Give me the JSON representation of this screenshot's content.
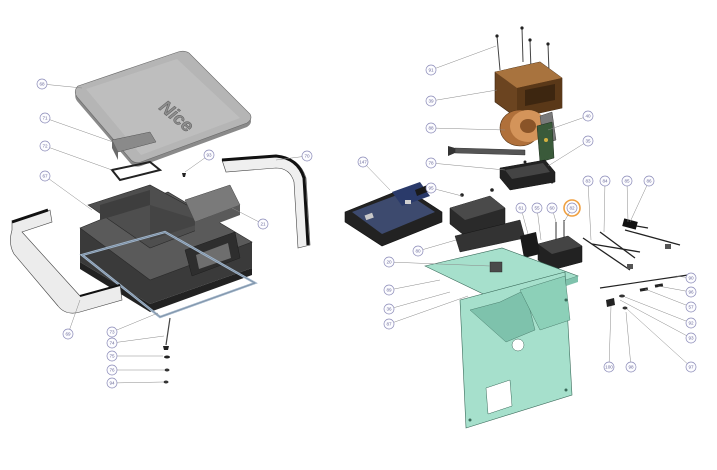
{
  "logo": {
    "text": "Nice"
  },
  "colors": {
    "housing": "#4a4a4a",
    "housing_dark": "#2d2d2d",
    "cover": "#a8a8a8",
    "cover_light": "#c9c9c9",
    "gasket": "#9fb3c8",
    "strip": "#e6e6e6",
    "plate": "#9fdcc8",
    "plate_dark": "#6fb8a2",
    "motor": "#8a5a2e",
    "coil": "#c98a52",
    "board": "#3d4a6e",
    "callout": "#8a8ab8",
    "highlight": "#f0a040"
  },
  "callouts": [
    {
      "id": "c-cover",
      "label": "68"
    },
    {
      "id": "c-71",
      "label": "71"
    },
    {
      "id": "c-72",
      "label": "72"
    },
    {
      "id": "c-67",
      "label": "67"
    },
    {
      "id": "c-93a",
      "label": "93"
    },
    {
      "id": "c-70",
      "label": "70"
    },
    {
      "id": "c-21",
      "label": "21"
    },
    {
      "id": "c-69",
      "label": "69"
    },
    {
      "id": "c-73",
      "label": "73"
    },
    {
      "id": "c-74",
      "label": "74"
    },
    {
      "id": "c-75",
      "label": "75"
    },
    {
      "id": "c-76",
      "label": "76"
    },
    {
      "id": "c-94",
      "label": "94"
    },
    {
      "id": "c-91",
      "label": "91"
    },
    {
      "id": "c-39",
      "label": "39"
    },
    {
      "id": "c-40",
      "label": "40"
    },
    {
      "id": "c-88",
      "label": "88"
    },
    {
      "id": "c-35",
      "label": "35"
    },
    {
      "id": "c-78",
      "label": "78"
    },
    {
      "id": "c-147",
      "label": "147"
    },
    {
      "id": "c-95",
      "label": "95"
    },
    {
      "id": "c-80",
      "label": "80"
    },
    {
      "id": "c-61",
      "label": "61"
    },
    {
      "id": "c-55",
      "label": "55"
    },
    {
      "id": "c-60",
      "label": "60"
    },
    {
      "id": "c-82",
      "label": "82"
    },
    {
      "id": "c-83",
      "label": "83"
    },
    {
      "id": "c-84",
      "label": "84"
    },
    {
      "id": "c-85",
      "label": "85"
    },
    {
      "id": "c-86",
      "label": "86"
    },
    {
      "id": "c-20",
      "label": "20"
    },
    {
      "id": "c-89",
      "label": "89"
    },
    {
      "id": "c-36",
      "label": "36"
    },
    {
      "id": "c-87",
      "label": "87"
    },
    {
      "id": "c-90",
      "label": "90"
    },
    {
      "id": "c-96",
      "label": "96"
    },
    {
      "id": "c-57",
      "label": "57"
    },
    {
      "id": "c-92",
      "label": "92"
    },
    {
      "id": "c-97",
      "label": "97"
    },
    {
      "id": "c-100",
      "label": "100"
    },
    {
      "id": "c-98",
      "label": "98"
    },
    {
      "id": "c-93b",
      "label": "93"
    }
  ]
}
